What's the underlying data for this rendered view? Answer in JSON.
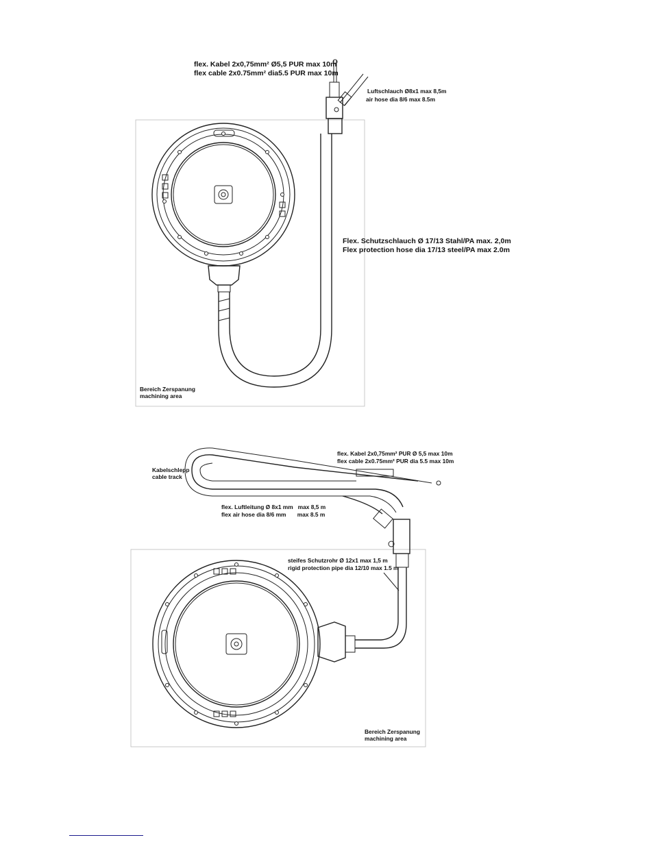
{
  "diagram_top": {
    "label_cable_de": "flex. Kabel 2x0,75mm² Ø5,5 PUR max 10m",
    "label_cable_en": "flex cable 2x0.75mm² dia5.5 PUR max 10m",
    "label_air_de": "Luftschlauch Ø8x1 max 8,5m",
    "label_air_en": "air hose dia 8/6 max 8.5m",
    "label_hose_de": "Flex. Schutzschlauch Ø 17/13 Stahl/PA max. 2,0m",
    "label_hose_en": "Flex protection hose dia 17/13 steel/PA max 2.0m",
    "label_area_de": "Bereich Zerspanung",
    "label_area_en": "machining area"
  },
  "diagram_bottom": {
    "label_cable_de": "flex. Kabel 2x0,75mm² PUR Ø 5,5 max 10m",
    "label_cable_en": "flex cable 2x0.75mm² PUR dia 5.5 max 10m",
    "label_track_de": "Kabelschlepp",
    "label_track_en": "cable track",
    "label_air_de": "flex. Luftleitung Ø 8x1 mm   max 8,5 m",
    "label_air_en": "flex air hose dia 8/6 mm       max 8.5 m",
    "label_pipe_de": "steifes Schutzrohr Ø 12x1  max 1,5 m",
    "label_pipe_en": "rigid protection pipe dia 12/10 max 1.5 m",
    "label_area_de": "Bereich Zerspanung",
    "label_area_en": "machining area"
  },
  "colors": {
    "line": "#222222",
    "frame": "#bbbbbb",
    "link": "#1a1a8c"
  }
}
